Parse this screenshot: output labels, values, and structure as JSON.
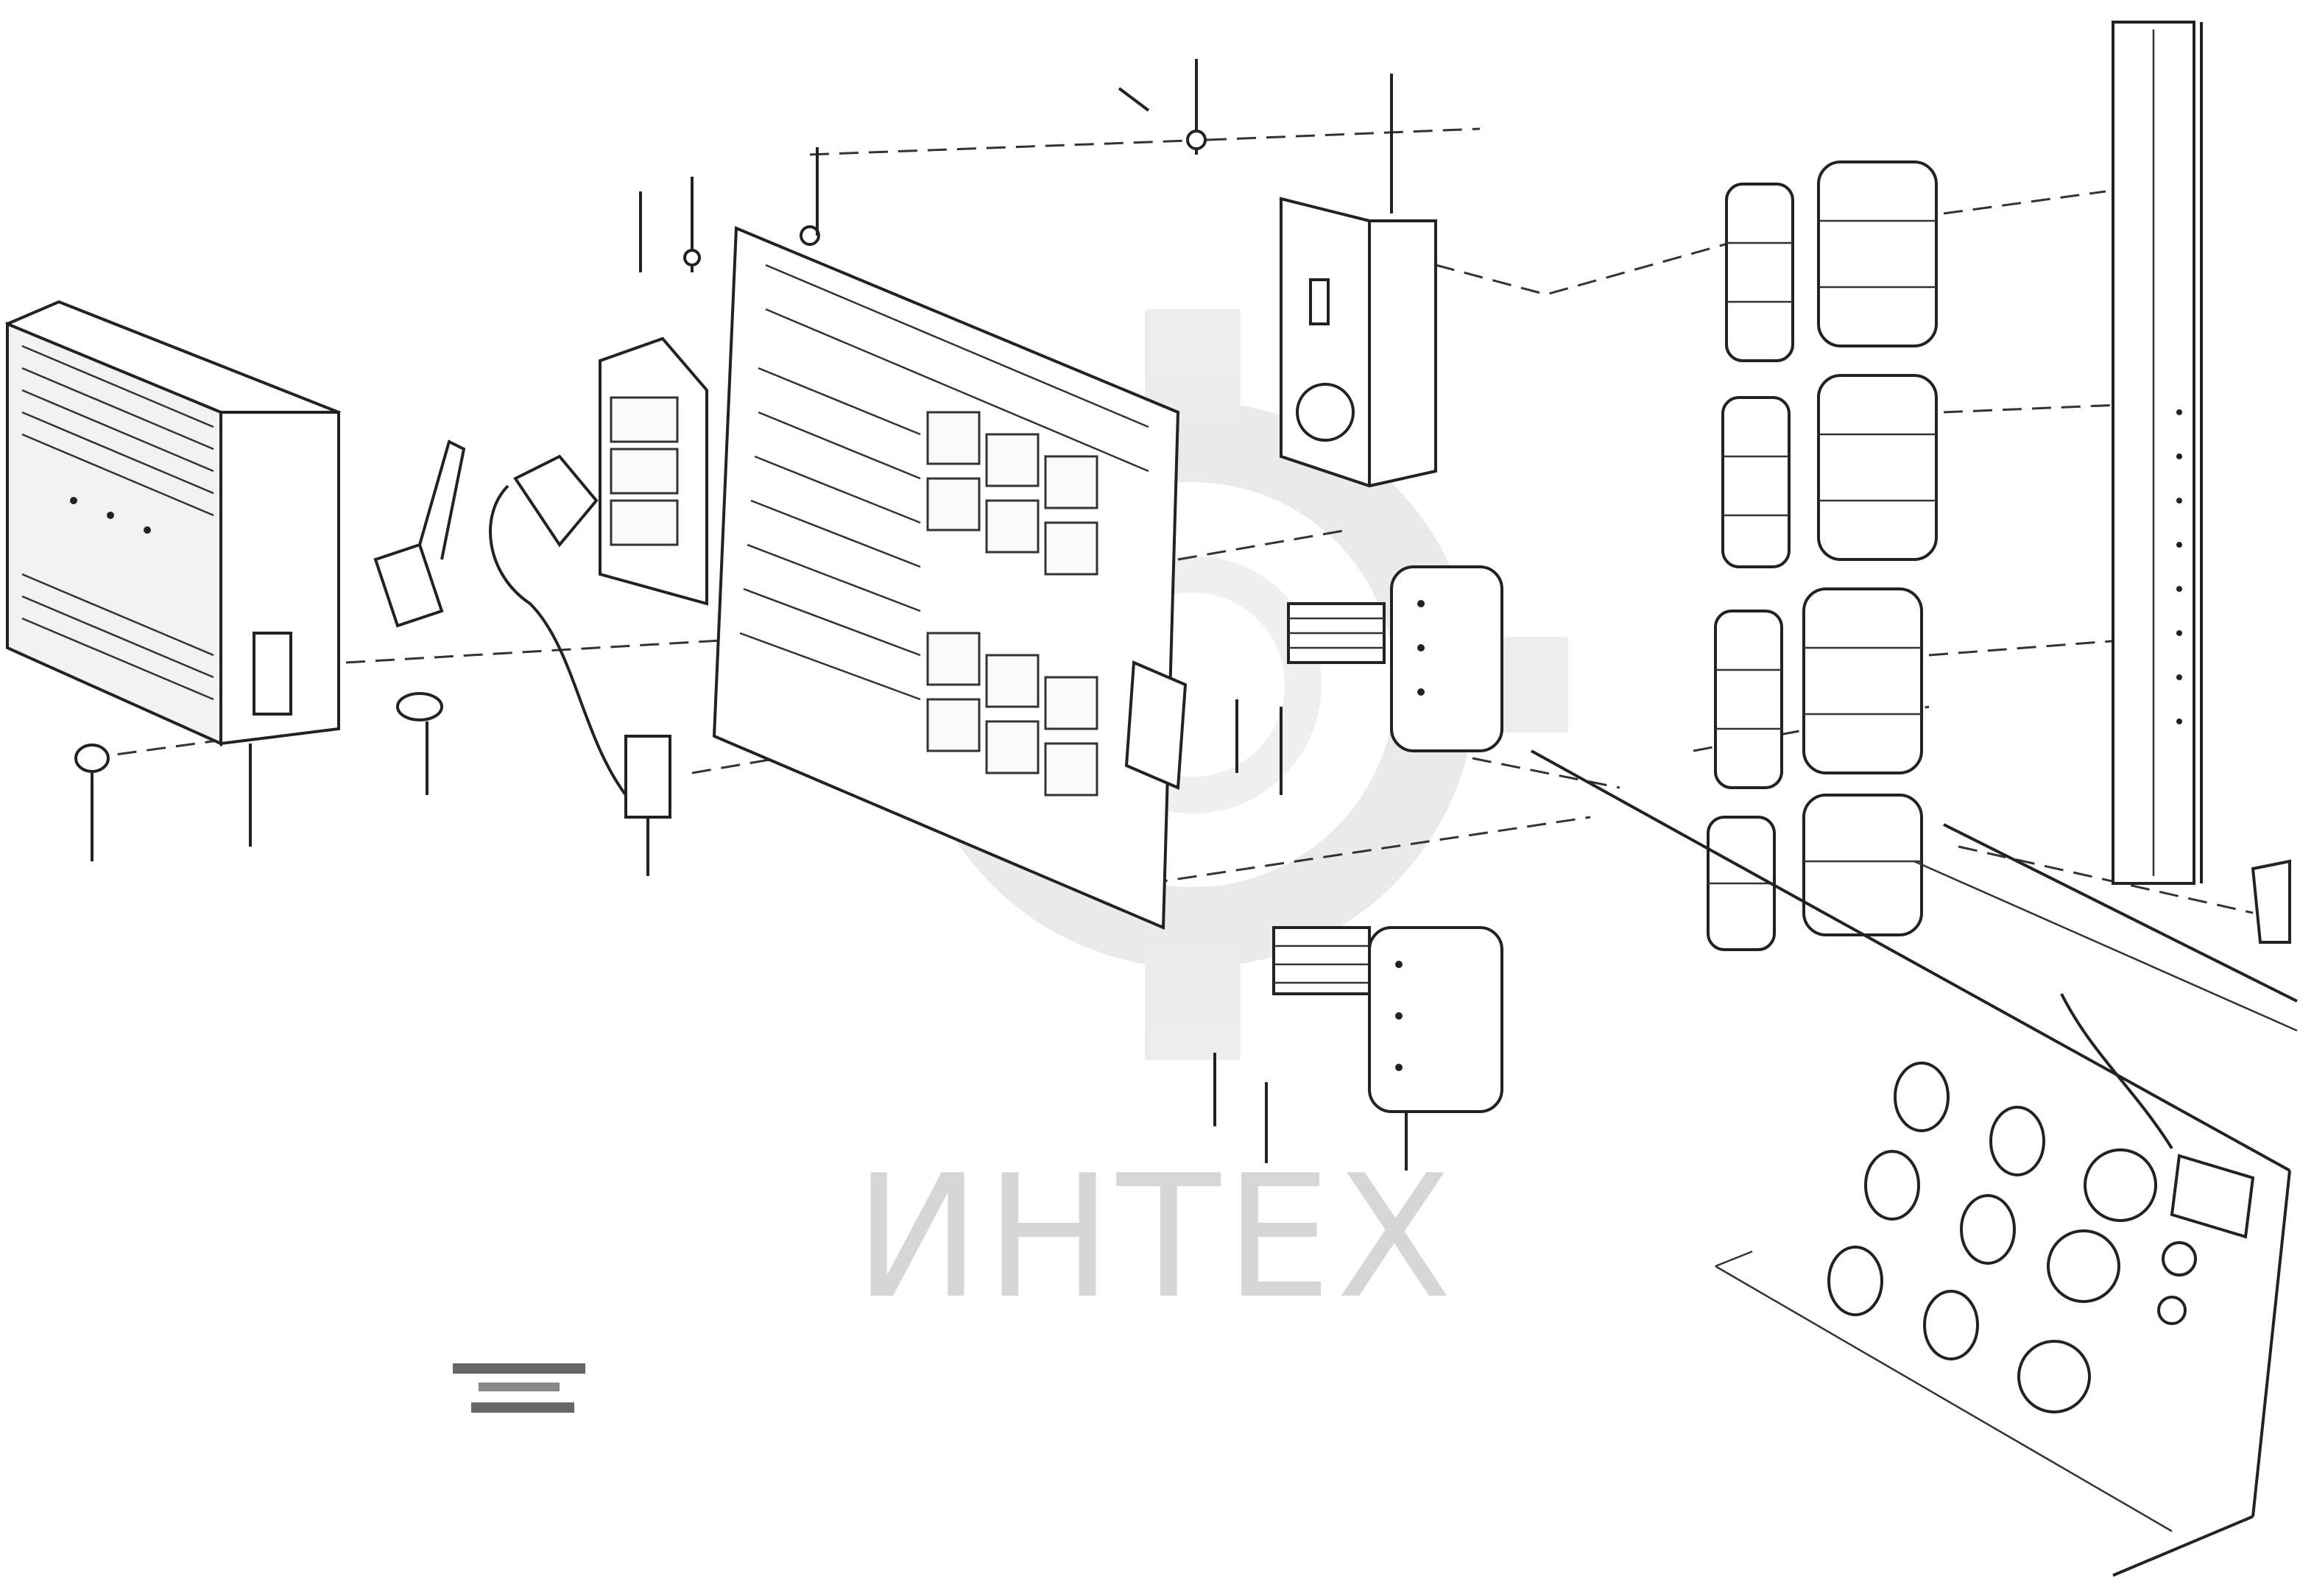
{
  "watermark": {
    "text": "ИНТЕХ",
    "color": "#d6d6d6"
  },
  "parts": {
    "housing": {
      "icon": "ecu-housing-icon"
    },
    "circuit_board": {
      "icon": "circuit-board-icon"
    },
    "relay_cover": {
      "icon": "relay-cover-icon"
    },
    "fuse_holders": {
      "icon": "fuse-holder-icon",
      "count": 4
    },
    "connectors": {
      "icon": "connector-icon",
      "count": 2
    },
    "dashboard_panel": {
      "icon": "dashboard-panel-icon"
    },
    "mounting_rail": {
      "icon": "mounting-rail-icon"
    }
  }
}
